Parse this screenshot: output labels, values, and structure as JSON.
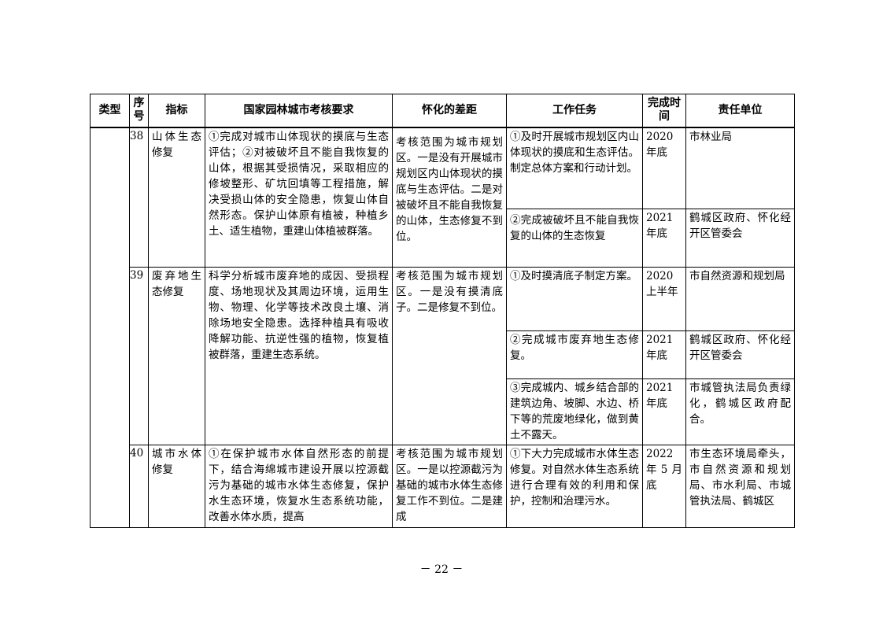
{
  "headers": {
    "type": "类型",
    "seq": "序号",
    "indicator": "指标",
    "requirement": "国家园林城市考核要求",
    "gap": "怀化的差距",
    "task": "工作任务",
    "deadline": "完成时间",
    "responsible": "责任单位"
  },
  "rows": {
    "r38": {
      "seq": "38",
      "indicator": "山体生态修复",
      "requirement": "①完成对城市山体现状的摸底与生态评估；②对被破坏且不能自我恢复的山体，根据其受损情况，采取相应的修坡整形、矿坑回填等工程措施，解决受损山体的安全隐患，恢复山体自然形态。保护山体原有植被，种植乡土、适生植物，重建山体植被群落。",
      "gap": "考核范围为城市规划区。一是没有开展城市规划区内山体现状的摸底与生态评估。二是对被破坏且不能自我恢复的山体，生态修复不到位。",
      "tasks": [
        {
          "task": "①及时开展城市规划区内山体现状的摸底和生态评估。制定总体方案和行动计划。",
          "deadline": "2020年底",
          "unit": "市林业局"
        },
        {
          "task": "②完成被破坏且不能自我恢复的山体的生态恢复",
          "deadline": "2021年底",
          "unit": "鹤城区政府、怀化经开区管委会"
        }
      ]
    },
    "r39": {
      "seq": "39",
      "indicator": "废弃地生态修复",
      "requirement": "科学分析城市废弃地的成因、受损程度、场地现状及其周边环境，运用生物、物理、化学等技术改良土壤、消除场地安全隐患。选择种植具有吸收降解功能、抗逆性强的植物，恢复植被群落，重建生态系统。",
      "gap": "考核范围为城市规划区。一是没有摸清底子。二是修复不到位。",
      "tasks": [
        {
          "task": "①及时摸清底子制定方案。",
          "deadline": "2020上半年",
          "unit": "市自然资源和规划局"
        },
        {
          "task": "②完成城市废弃地生态修复。",
          "deadline": "2021年底",
          "unit": "鹤城区政府、怀化经开区管委会"
        },
        {
          "task": "③完成城内、城乡结合部的建筑边角、坡脚、水边、桥下等的荒废地绿化，做到黄土不露天。",
          "deadline": "2021年底",
          "unit": "市城管执法局负责绿化，鹤城区政府配合。"
        }
      ]
    },
    "r40": {
      "seq": "40",
      "indicator": "城市水体修复",
      "requirement": "①在保护城市水体自然形态的前提下，结合海绵城市建设开展以控源截污为基础的城市水体生态修复，保护水生态环境，恢复水生态系统功能，改善水体水质，提高",
      "gap": "考核范围为城市规划区。一是以控源截污为基础的城市水体生态修复工作不到位。二是建成",
      "tasks": [
        {
          "task": "①下大力完成城市水体生态修复。对自然水体生态系统进行合理有效的利用和保护，控制和治理污水。",
          "deadline": "2022年5月底",
          "unit": "市生态环境局牵头，市自然资源和规划局、市水利局、市城管执法局、鹤城区"
        }
      ]
    }
  },
  "page_number": "－ 22 －"
}
